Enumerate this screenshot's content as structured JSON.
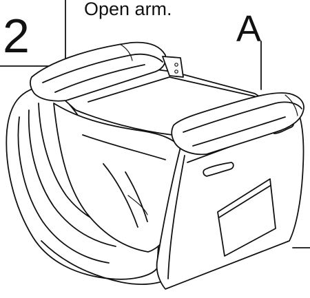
{
  "step": {
    "number": "2",
    "instruction": "Open arm."
  },
  "callout": {
    "label": "A"
  },
  "colors": {
    "ink": "#111111",
    "background": "#ffffff"
  }
}
